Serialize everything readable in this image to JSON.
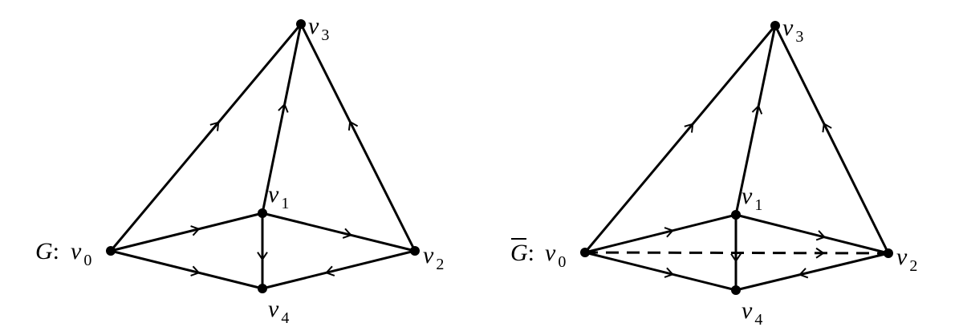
{
  "graphs": [
    {
      "name": "G",
      "title_label": "G",
      "title_overline": false,
      "title_sep": ":",
      "vertices": [
        {
          "id": "v0",
          "main": "v",
          "sub": "0"
        },
        {
          "id": "v1",
          "main": "v",
          "sub": "1"
        },
        {
          "id": "v2",
          "main": "v",
          "sub": "2"
        },
        {
          "id": "v3",
          "main": "v",
          "sub": "3"
        },
        {
          "id": "v4",
          "main": "v",
          "sub": "4"
        }
      ],
      "edges": [
        {
          "from": "v0",
          "to": "v3",
          "style": "solid",
          "arrow": true
        },
        {
          "from": "v1",
          "to": "v3",
          "style": "solid",
          "arrow": true
        },
        {
          "from": "v2",
          "to": "v3",
          "style": "solid",
          "arrow": true
        },
        {
          "from": "v0",
          "to": "v1",
          "style": "solid",
          "arrow": true
        },
        {
          "from": "v1",
          "to": "v2",
          "style": "solid",
          "arrow": true
        },
        {
          "from": "v0",
          "to": "v4",
          "style": "solid",
          "arrow": true
        },
        {
          "from": "v2",
          "to": "v4",
          "style": "solid",
          "arrow": true
        },
        {
          "from": "v1",
          "to": "v4",
          "style": "solid",
          "arrow": true
        }
      ]
    },
    {
      "name": "G-complement",
      "title_label": "G",
      "title_overline": true,
      "title_sep": ":",
      "vertices": [
        {
          "id": "v0",
          "main": "v",
          "sub": "0"
        },
        {
          "id": "v1",
          "main": "v",
          "sub": "1"
        },
        {
          "id": "v2",
          "main": "v",
          "sub": "2"
        },
        {
          "id": "v3",
          "main": "v",
          "sub": "3"
        },
        {
          "id": "v4",
          "main": "v",
          "sub": "4"
        }
      ],
      "edges": [
        {
          "from": "v0",
          "to": "v3",
          "style": "solid",
          "arrow": true
        },
        {
          "from": "v1",
          "to": "v3",
          "style": "solid",
          "arrow": true
        },
        {
          "from": "v2",
          "to": "v3",
          "style": "solid",
          "arrow": true
        },
        {
          "from": "v0",
          "to": "v1",
          "style": "solid",
          "arrow": true
        },
        {
          "from": "v1",
          "to": "v2",
          "style": "solid",
          "arrow": true
        },
        {
          "from": "v0",
          "to": "v4",
          "style": "solid",
          "arrow": true
        },
        {
          "from": "v2",
          "to": "v4",
          "style": "solid",
          "arrow": true
        },
        {
          "from": "v1",
          "to": "v4",
          "style": "solid",
          "arrow": true
        },
        {
          "from": "v0",
          "to": "v2",
          "style": "dashed",
          "arrow": true
        }
      ]
    }
  ]
}
